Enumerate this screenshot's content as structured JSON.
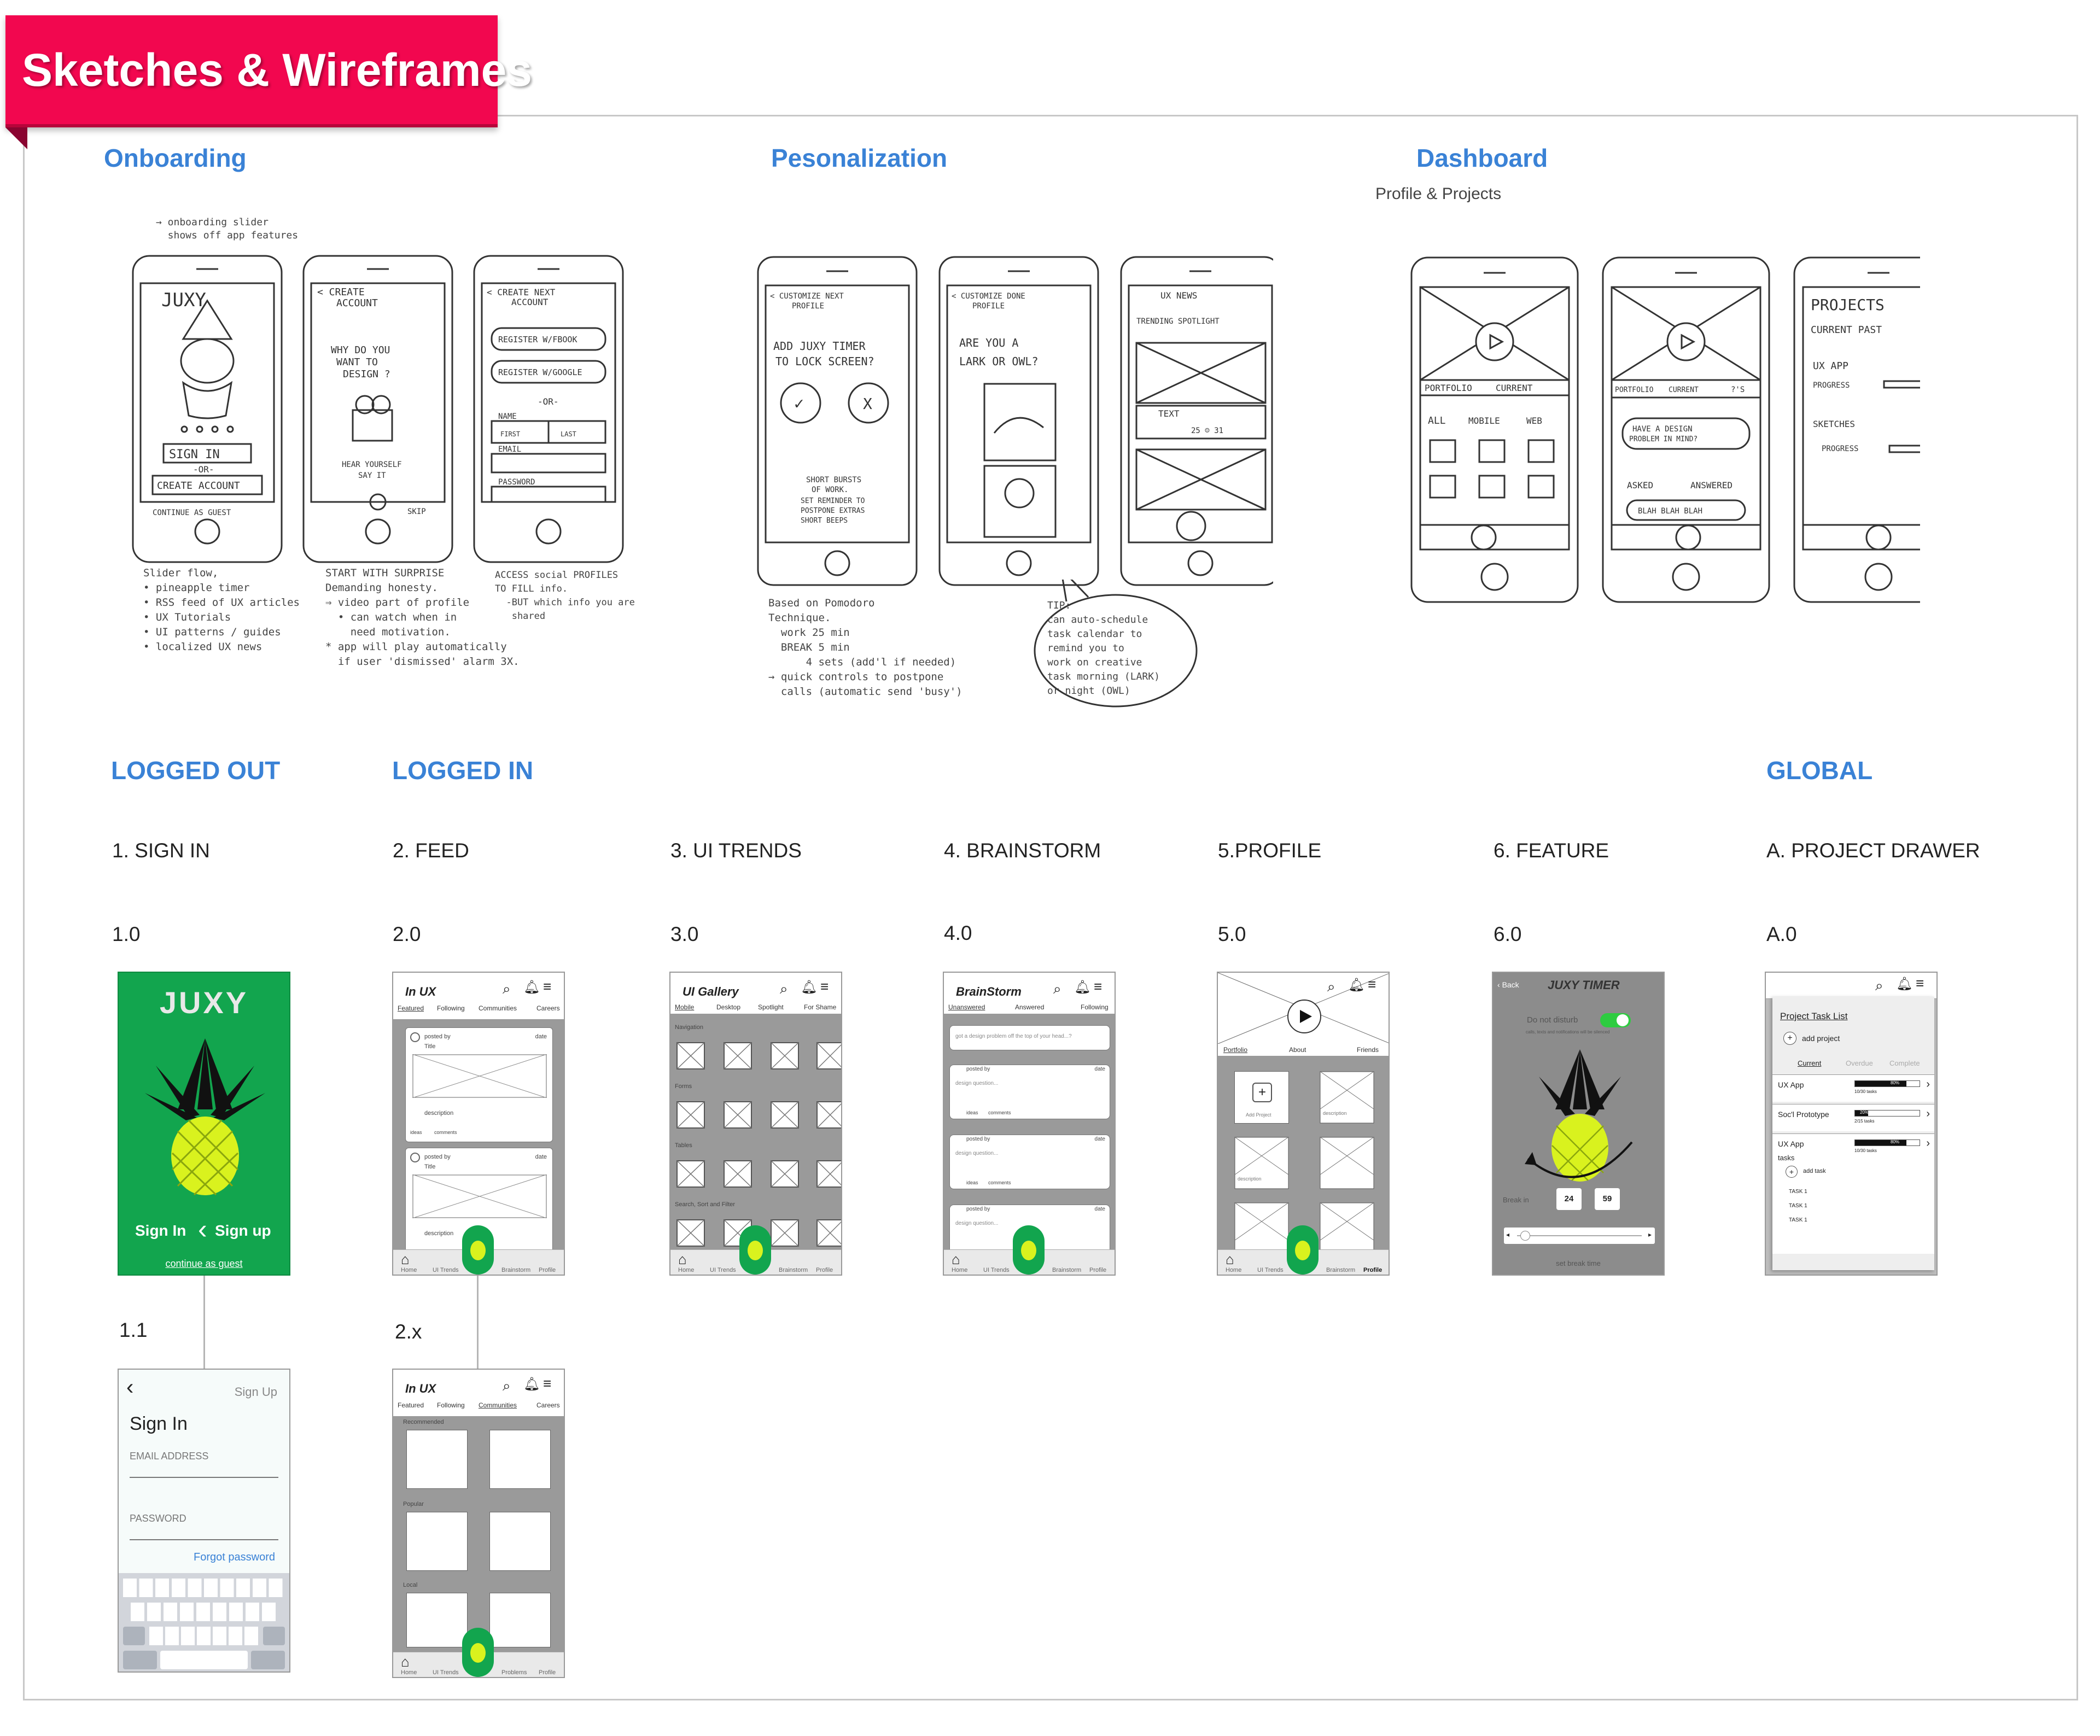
{
  "header": {
    "title": "Sketches & Wireframes"
  },
  "sections": {
    "onboarding": "Onboarding",
    "personalization": "Pesonalization",
    "dashboard": "Dashboard",
    "dashboard_sub": "Profile & Projects",
    "logged_out": "LOGGED OUT",
    "logged_in": "LOGGED IN",
    "global": "GLOBAL"
  },
  "columns": [
    {
      "label": "1. SIGN IN",
      "version": "1.0"
    },
    {
      "label": "2. FEED",
      "version": "2.0"
    },
    {
      "label": "3. UI TRENDS",
      "version": "3.0"
    },
    {
      "label": "4. BRAINSTORM",
      "version": "4.0"
    },
    {
      "label": "5.PROFILE",
      "version": "5.0"
    },
    {
      "label": "6. FEATURE",
      "version": "6.0"
    },
    {
      "label": "A. PROJECT DRAWER",
      "version": "A.0"
    }
  ],
  "sub_versions": {
    "sign_in": "1.1",
    "feed": "2.x"
  },
  "sketch_text": {
    "onb_top": "→ onboarding slider\n  shows off app features",
    "onb_s1": [
      "JUXY",
      "SIGN IN",
      "-OR-",
      "CREATE ACCOUNT",
      "CONTINUE AS GUEST"
    ],
    "onb_s2": [
      "< CREATE",
      "ACCOUNT",
      "WHY DO YOU",
      "WANT TO",
      "DESIGN ?",
      "HEAR YOURSELF",
      "SAY IT",
      "SKIP"
    ],
    "onb_s3": [
      "< CREATE  NEXT",
      "ACCOUNT",
      "REGISTER W/FBOOK",
      "REGISTER W/GOOGLE",
      "-OR-",
      "NAME",
      "FIRST",
      "LAST",
      "EMAIL",
      "PASSWORD"
    ],
    "onb_n1": "Slider flow,\n• pineapple timer\n• RSS feed of UX articles\n• UX Tutorials\n• UI patterns / guides\n• localized UX news",
    "onb_n2": "START WITH SURPRISE\nDemanding honesty.\n⇒ video part of profile\n  • can watch when in\n    need motivation.\n* app will play automatically\n  if user 'dismissed' alarm 3X.",
    "onb_n3": "ACCESS social PROFILES\nTO FILL info.\n  -BUT which info you are\n   shared",
    "per_s1": [
      "< CUSTOMIZE  NEXT",
      "PROFILE",
      "ADD JUXY TIMER",
      "TO LOCK SCREEN?",
      "✓",
      "X",
      "SHORT BURSTS",
      "OF WORK.",
      "SET REMINDER TO",
      "POSTPONE EXTRAS",
      "SHORT BEEPS"
    ],
    "per_s2": [
      "< CUSTOMIZE  DONE",
      "PROFILE",
      "ARE YOU A",
      "LARK OR OWL?"
    ],
    "per_s3": [
      "UX NEWS",
      "TRENDING  SPOTLIGHT",
      "TEXT",
      "25 ☺ 31"
    ],
    "per_n1": "Based on Pomodoro\nTechnique.\n  work 25 min\n  BREAK 5 min\n      4 sets (add'l if needed)\n→ quick controls to postpone\n  calls (automatic send 'busy')",
    "per_tip": "TIP:\ncan auto-schedule\ntask calendar to\nremind you to\nwork on creative\ntask morning (LARK)\nor night (OWL)",
    "dash_s1": [
      "PORTFOLIO",
      "CURRENT",
      "ALL",
      "MOBILE",
      "WEB"
    ],
    "dash_s2": [
      "PORTFOLIO",
      "CURRENT",
      "?'S",
      "HAVE A DESIGN",
      "PROBLEM IN MIND?",
      "ASKED",
      "ANSWERED",
      "BLAH BLAH BLAH"
    ],
    "dash_s3": [
      "PROJECTS",
      "CURRENT  PAST",
      "UX APP",
      "PROGRESS",
      "SKETCHES",
      "PROGRESS"
    ]
  },
  "wire_1_0": {
    "logo": "JUXY",
    "sign_in": "Sign In",
    "sign_up": "Sign up",
    "guest": "continue as guest"
  },
  "wire_1_1": {
    "sign_up": "Sign Up",
    "title": "Sign In",
    "email": "EMAIL ADDRESS",
    "password": "PASSWORD",
    "forgot": "Forgot password"
  },
  "wire_2_0": {
    "title": "In UX",
    "tabs": [
      "Featured",
      "Following",
      "Communities",
      "Careers"
    ],
    "posted_by": "posted by",
    "date": "date",
    "post_title": "Title",
    "description": "description",
    "ideas": "ideas",
    "comments": "comments",
    "nav": [
      "Home",
      "UI Trends",
      "Brainstorm",
      "Profile"
    ]
  },
  "wire_2_x": {
    "title": "In UX",
    "tabs": [
      "Featured",
      "Following",
      "Communities",
      "Careers"
    ],
    "groups": [
      "Recommended",
      "Popular",
      "Local"
    ],
    "nav": [
      "Home",
      "UI Trends",
      "Problems",
      "Profile"
    ]
  },
  "wire_3_0": {
    "title": "UI Gallery",
    "tabs": [
      "Mobile",
      "Desktop",
      "Spotlight",
      "For Shame"
    ],
    "groups": [
      "Navigation",
      "Forms",
      "Tables",
      "Search, Sort and Filter"
    ],
    "nav": [
      "Home",
      "UI Trends",
      "Brainstorm",
      "Profile"
    ]
  },
  "wire_4_0": {
    "title": "BrainStorm",
    "tabs": [
      "Unanswered",
      "Answered",
      "Following"
    ],
    "prompt": "got a design problem off the top of your head...?",
    "posted_by": "posted by",
    "date": "date",
    "question": "design question...",
    "ideas": "ideas",
    "comments": "comments",
    "nav": [
      "Home",
      "UI Trends",
      "Brainstorm",
      "Profile"
    ]
  },
  "wire_5_0": {
    "tabs": [
      "Portfolio",
      "About",
      "Friends"
    ],
    "add_project": "Add Project",
    "description": "description",
    "nav": [
      "Home",
      "UI Trends",
      "Brainstorm",
      "Profile"
    ]
  },
  "wire_6_0": {
    "back": "Back",
    "title": "JUXY TIMER",
    "dnd": "Do not disturb",
    "dnd_sub": "calls, texts and notifications will be silenced",
    "break_in": "Break in",
    "minutes": "24",
    "seconds": "59",
    "set_break": "set break time"
  },
  "wire_a_0": {
    "title": "Project Task List",
    "add_project": "add project",
    "tabs": [
      "Current",
      "Overdue",
      "Complete"
    ],
    "projects": [
      {
        "name": "UX App",
        "pct": "80%",
        "tasks": "10/30 tasks",
        "progress": 0.8
      },
      {
        "name": "Soc'l Prototype",
        "pct": "20%",
        "tasks": "2/15 tasks",
        "progress": 0.2
      },
      {
        "name": "UX App",
        "pct": "80%",
        "tasks": "10/30 tasks",
        "progress": 0.8
      }
    ],
    "tasks_label": "tasks",
    "add_task": "add task",
    "task_items": [
      "TASK 1",
      "TASK 1",
      "TASK 1"
    ]
  },
  "colors": {
    "ribbon": "#f2074f",
    "section": "#3a82d6",
    "juxy_green": "#12a54e",
    "pine_yellow": "#d9f21e",
    "toggle_green": "#2ecc40"
  }
}
